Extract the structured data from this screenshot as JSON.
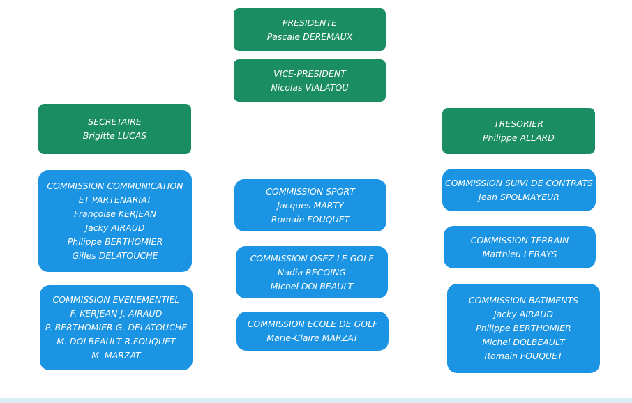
{
  "colors": {
    "office": "#1b8d63",
    "commission": "#1a94e3",
    "text": "#ffffff",
    "bottom_strip": "#d9eef2"
  },
  "offices": {
    "presidente": {
      "title": "PRESIDENTE",
      "name": "Pascale DEREMAUX"
    },
    "vice_president": {
      "title": "VICE-PRESIDENT",
      "name": "Nicolas VIALATOU"
    },
    "secretaire": {
      "title": "SECRETAIRE",
      "name": "Brigitte LUCAS"
    },
    "tresorier": {
      "title": "TRESORIER",
      "name": "Philippe ALLARD"
    }
  },
  "commissions": {
    "communication": {
      "lines": [
        "COMMISSION COMMUNICATION",
        "ET PARTENARIAT",
        "Françoise KERJEAN",
        "Jacky AIRAUD",
        "Philippe BERTHOMIER",
        "Gilles DELATOUCHE"
      ]
    },
    "evenementiel": {
      "lines": [
        "COMMISSION EVENEMENTIEL",
        "F. KERJEAN J. AIRAUD",
        "P. BERTHOMIER G. DELATOUCHE",
        "M. DOLBEAULT R.FOUQUET",
        "M. MARZAT"
      ]
    },
    "sport": {
      "lines": [
        "COMMISSION SPORT",
        "Jacques  MARTY",
        "Romain FOUQUET"
      ]
    },
    "osez_le_golf": {
      "lines": [
        "COMMISSION OSEZ LE GOLF",
        "Nadia RECOING",
        "Michel DOLBEAULT"
      ]
    },
    "ecole_de_golf": {
      "lines": [
        "COMMISSION ECOLE DE GOLF",
        "Marie-Claire MARZAT"
      ]
    },
    "suivi_de_contrats": {
      "lines": [
        "COMMISSION SUIVI DE CONTRATS",
        "Jean SPOLMAYEUR"
      ]
    },
    "terrain": {
      "lines": [
        "COMMISSION TERRAIN",
        "Matthieu LERAYS"
      ]
    },
    "batiments": {
      "lines": [
        "COMMISSION BATIMENTS",
        "Jacky AIRAUD",
        "Philippe BERTHOMIER",
        "Michel DOLBEAULT",
        "Romain FOUQUET"
      ]
    }
  }
}
